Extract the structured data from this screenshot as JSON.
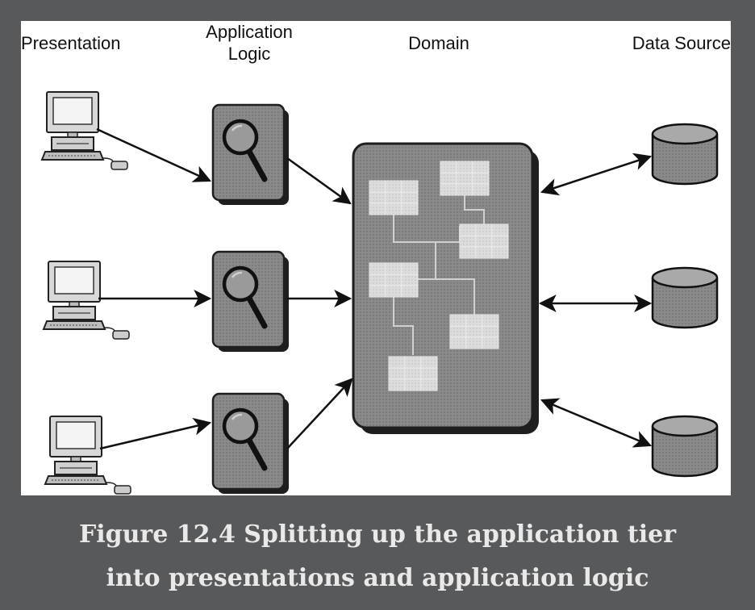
{
  "columns": {
    "presentation": "Presentation",
    "application_logic_line1": "Application",
    "application_logic_line2": "Logic",
    "domain": "Domain",
    "data_source": "Data Source"
  },
  "caption": {
    "line1": "Figure 12.4 Splitting up the application tier",
    "line2": "into presentations and application logic"
  },
  "icons": {
    "presentation": "desktop-computer-icon",
    "application_logic": "magnifying-glass-icon",
    "data_source": "database-cylinder-icon"
  },
  "colors": {
    "page_background": "#58595b",
    "figure_background": "#ffffff",
    "caption_text": "#e9e9e9",
    "box_fill": "#8c8c8c",
    "box_shadow": "#1e1e1e",
    "domain_module_fill": "#d9d9d9"
  }
}
